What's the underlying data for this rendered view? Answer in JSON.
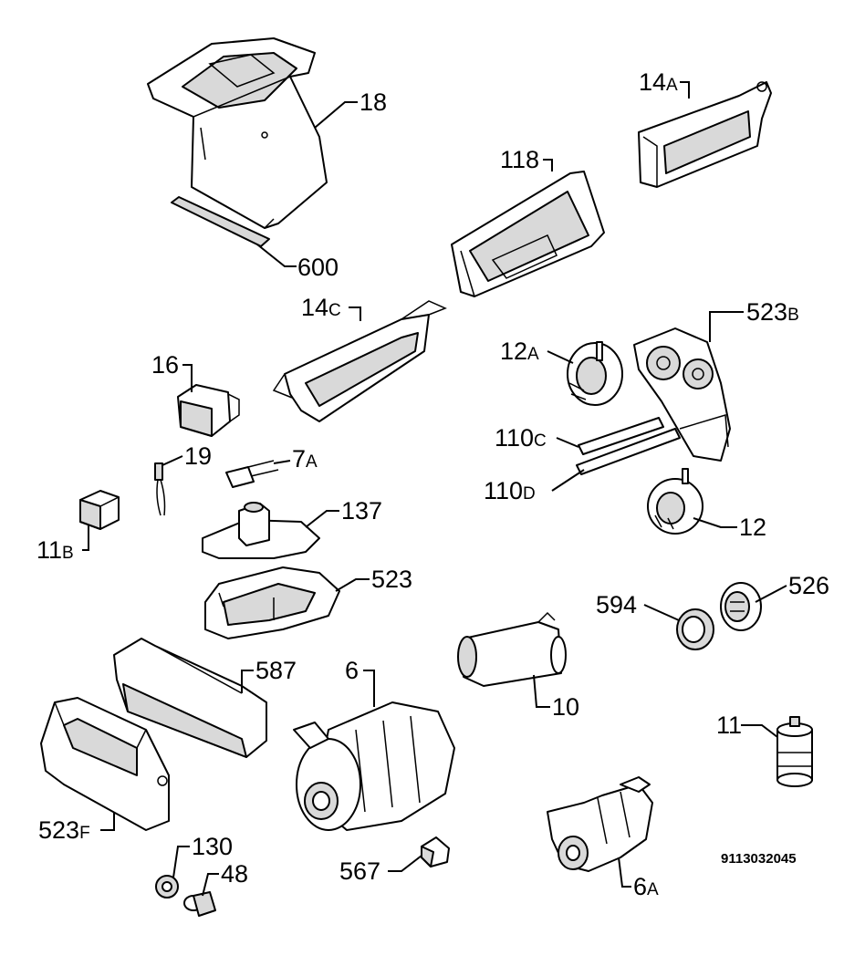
{
  "diagram_code": "9113032045",
  "parts": [
    {
      "id": "p18",
      "num": "18",
      "suffix": ""
    },
    {
      "id": "p600",
      "num": "600",
      "suffix": ""
    },
    {
      "id": "p14A",
      "num": "14",
      "suffix": "A"
    },
    {
      "id": "p118",
      "num": "118",
      "suffix": ""
    },
    {
      "id": "p14C",
      "num": "14",
      "suffix": "C"
    },
    {
      "id": "p523B",
      "num": "523",
      "suffix": "B"
    },
    {
      "id": "p12A",
      "num": "12",
      "suffix": "A"
    },
    {
      "id": "p16",
      "num": "16",
      "suffix": ""
    },
    {
      "id": "p110C",
      "num": "110",
      "suffix": "C"
    },
    {
      "id": "p19",
      "num": "19",
      "suffix": ""
    },
    {
      "id": "p7A",
      "num": "7",
      "suffix": "A"
    },
    {
      "id": "p110D",
      "num": "110",
      "suffix": "D"
    },
    {
      "id": "p137",
      "num": "137",
      "suffix": ""
    },
    {
      "id": "p12",
      "num": "12",
      "suffix": ""
    },
    {
      "id": "p11B",
      "num": "11",
      "suffix": "B"
    },
    {
      "id": "p523",
      "num": "523",
      "suffix": ""
    },
    {
      "id": "p526",
      "num": "526",
      "suffix": ""
    },
    {
      "id": "p594",
      "num": "594",
      "suffix": ""
    },
    {
      "id": "p587",
      "num": "587",
      "suffix": ""
    },
    {
      "id": "p6",
      "num": "6",
      "suffix": ""
    },
    {
      "id": "p10",
      "num": "10",
      "suffix": ""
    },
    {
      "id": "p11",
      "num": "11",
      "suffix": ""
    },
    {
      "id": "p523F",
      "num": "523",
      "suffix": "F"
    },
    {
      "id": "p130",
      "num": "130",
      "suffix": ""
    },
    {
      "id": "p48",
      "num": "48",
      "suffix": ""
    },
    {
      "id": "p567",
      "num": "567",
      "suffix": ""
    },
    {
      "id": "p6A",
      "num": "6",
      "suffix": "A"
    }
  ]
}
